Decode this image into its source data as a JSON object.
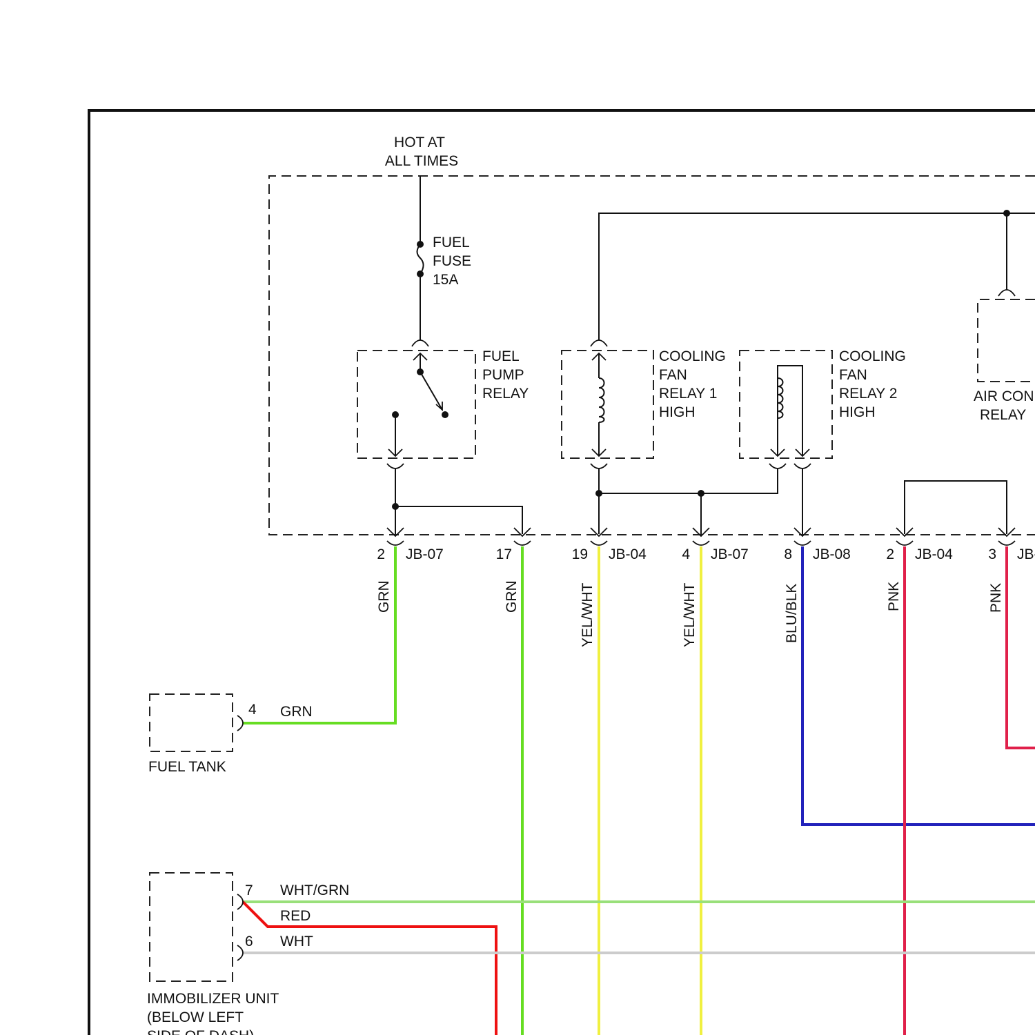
{
  "power": {
    "line1": "HOT AT",
    "line2": "ALL TIMES"
  },
  "fuse": {
    "line1": "FUEL",
    "line2": "FUSE",
    "line3": "15A"
  },
  "relays": {
    "fuel_pump": [
      "FUEL",
      "PUMP",
      "RELAY"
    ],
    "cooling_fan_1": [
      "COOLING",
      "FAN",
      "RELAY 1",
      "HIGH"
    ],
    "cooling_fan_2": [
      "COOLING",
      "FAN",
      "RELAY 2",
      "HIGH"
    ],
    "air_con": [
      "AIR CON",
      "RELAY"
    ]
  },
  "junction_pins": [
    {
      "pin": "2",
      "block": "JB-07",
      "wire": "GRN",
      "color": "#66dd22"
    },
    {
      "pin": "17",
      "block": "",
      "wire": "GRN",
      "color": "#66dd22"
    },
    {
      "pin": "19",
      "block": "JB-04",
      "wire": "YEL/WHT",
      "color": "#f0f040"
    },
    {
      "pin": "4",
      "block": "JB-07",
      "wire": "YEL/WHT",
      "color": "#f0f040"
    },
    {
      "pin": "8",
      "block": "JB-08",
      "wire": "BLU/BLK",
      "color": "#2222bb"
    },
    {
      "pin": "2",
      "block": "JB-04",
      "wire": "PNK",
      "color": "#e0204a"
    },
    {
      "pin": "3",
      "block": "JB-",
      "wire": "PNK",
      "color": "#e0204a"
    }
  ],
  "fuel_tank": {
    "label": "FUEL TANK",
    "pin": "4",
    "wire": "GRN"
  },
  "immobilizer": {
    "label_line1": "IMMOBILIZER UNIT",
    "label_line2": "(BELOW LEFT",
    "label_line3": "SIDE OF DASH)",
    "pin_a": "7",
    "pin_b": "6",
    "wires": [
      {
        "label": "WHT/GRN",
        "color": "#99e07a"
      },
      {
        "label": "RED",
        "color": "#ee1111"
      },
      {
        "label": "WHT",
        "color": "#cccccc"
      }
    ]
  }
}
